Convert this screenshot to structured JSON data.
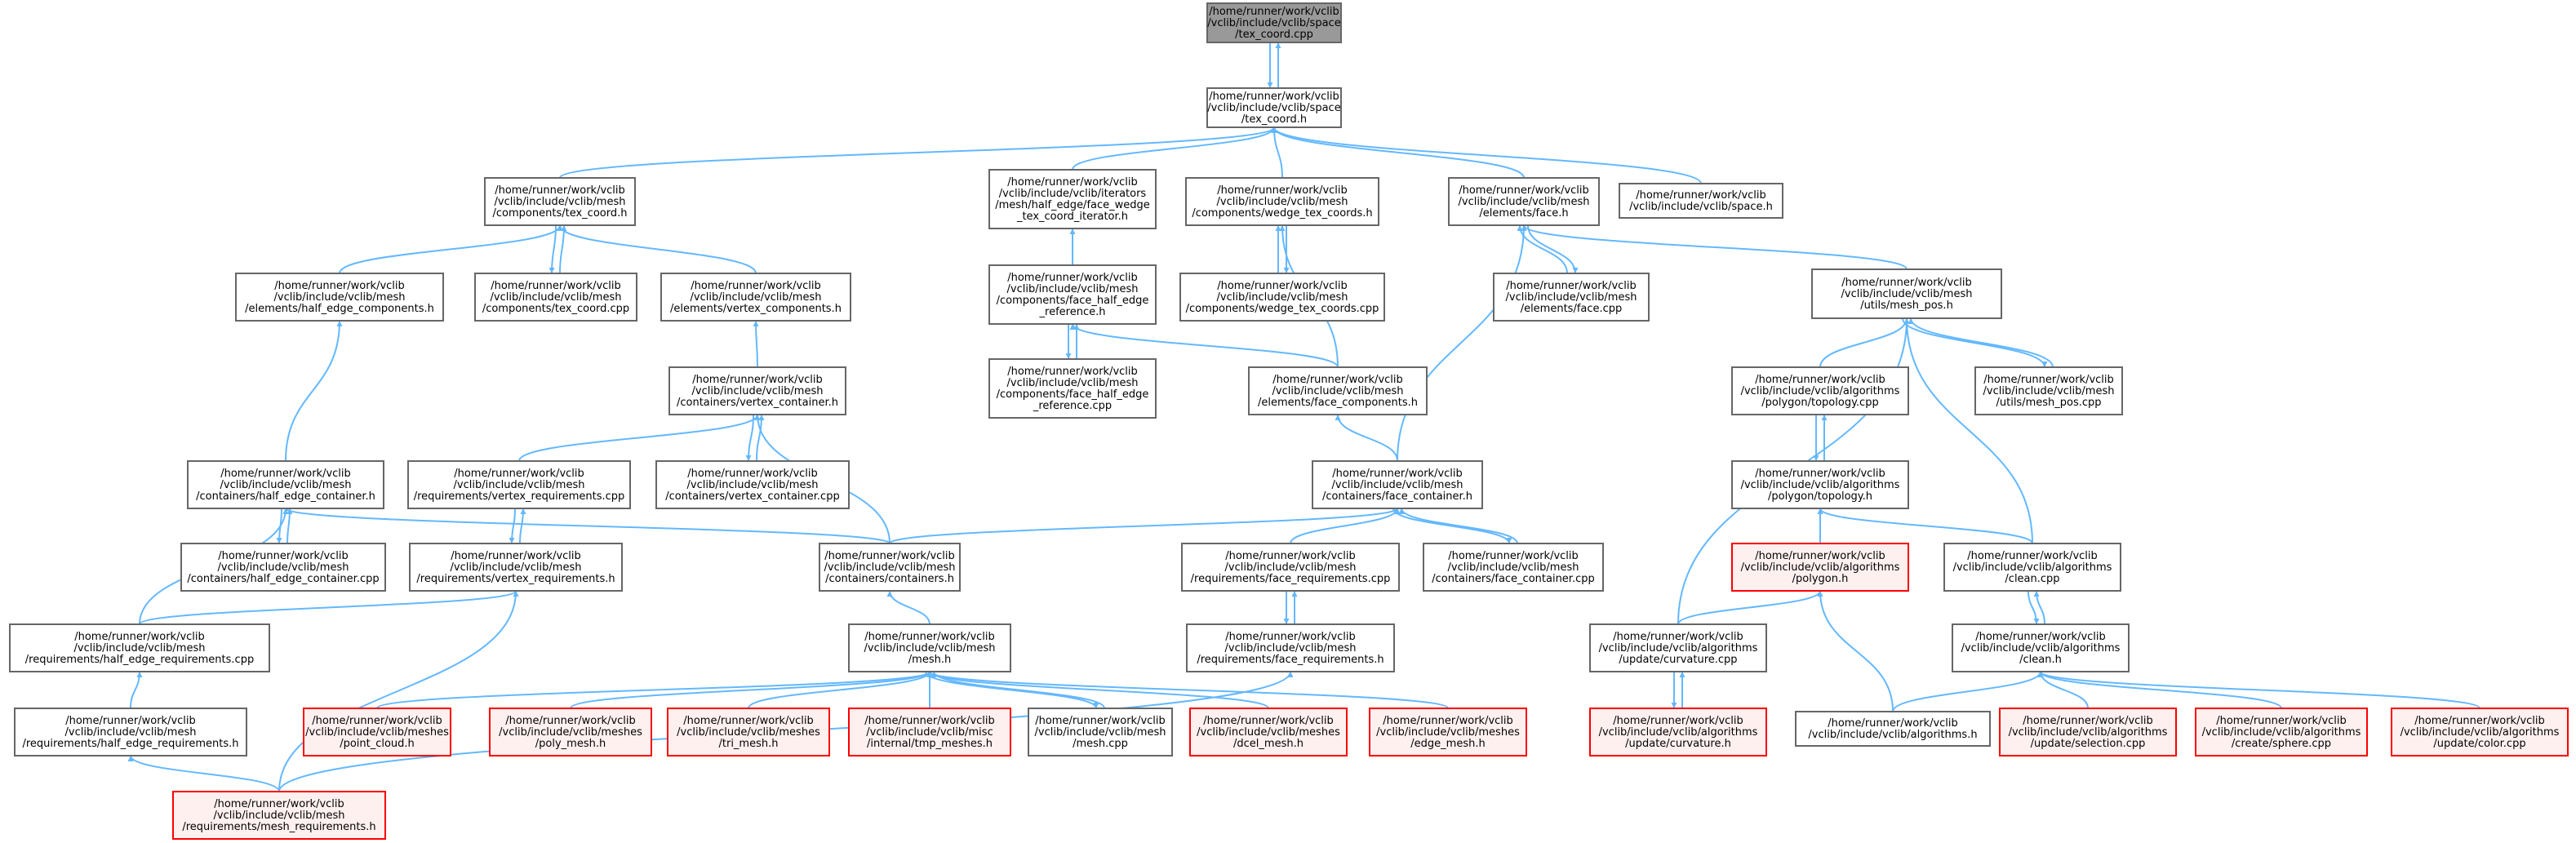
{
  "colors": {
    "edge": "#63b8ff",
    "node_border": "#666666",
    "node_fill": "#ffffff",
    "root_fill": "#999999",
    "root_border": "#666666",
    "truncated_border": "#ff0000",
    "truncated_fill": "#fff0f0",
    "text": "#000000"
  },
  "nodes": [
    {
      "id": "n0",
      "kind": "root",
      "lines": [
        "/home/runner/work/vclib",
        "/vclib/include/vclib/space",
        "/tex_coord.cpp"
      ]
    },
    {
      "id": "n1",
      "kind": "normal",
      "lines": [
        "/home/runner/work/vclib",
        "/vclib/include/vclib/space",
        "/tex_coord.h"
      ]
    },
    {
      "id": "n2",
      "kind": "normal",
      "lines": [
        "/home/runner/work/vclib",
        "/vclib/include/vclib/mesh",
        "/components/tex_coord.h"
      ]
    },
    {
      "id": "n3",
      "kind": "normal",
      "lines": [
        "/home/runner/work/vclib",
        "/vclib/include/vclib/iterators",
        "/mesh/half_edge/face_wedge",
        "_tex_coord_iterator.h"
      ]
    },
    {
      "id": "n4",
      "kind": "normal",
      "lines": [
        "/home/runner/work/vclib",
        "/vclib/include/vclib/mesh",
        "/components/wedge_tex_coords.h"
      ]
    },
    {
      "id": "n5",
      "kind": "normal",
      "lines": [
        "/home/runner/work/vclib",
        "/vclib/include/vclib/mesh",
        "/elements/face.h"
      ]
    },
    {
      "id": "n6",
      "kind": "normal",
      "lines": [
        "/home/runner/work/vclib",
        "/vclib/include/vclib/space.h"
      ]
    },
    {
      "id": "n7",
      "kind": "normal",
      "lines": [
        "/home/runner/work/vclib",
        "/vclib/include/vclib/mesh",
        "/elements/half_edge_components.h"
      ]
    },
    {
      "id": "n8",
      "kind": "normal",
      "lines": [
        "/home/runner/work/vclib",
        "/vclib/include/vclib/mesh",
        "/components/tex_coord.cpp"
      ]
    },
    {
      "id": "n9",
      "kind": "normal",
      "lines": [
        "/home/runner/work/vclib",
        "/vclib/include/vclib/mesh",
        "/elements/vertex_components.h"
      ]
    },
    {
      "id": "n10",
      "kind": "normal",
      "lines": [
        "/home/runner/work/vclib",
        "/vclib/include/vclib/mesh",
        "/components/face_half_edge",
        "_reference.h"
      ]
    },
    {
      "id": "n11",
      "kind": "normal",
      "lines": [
        "/home/runner/work/vclib",
        "/vclib/include/vclib/mesh",
        "/components/wedge_tex_coords.cpp"
      ]
    },
    {
      "id": "n12",
      "kind": "normal",
      "lines": [
        "/home/runner/work/vclib",
        "/vclib/include/vclib/mesh",
        "/elements/face.cpp"
      ]
    },
    {
      "id": "n13",
      "kind": "normal",
      "lines": [
        "/home/runner/work/vclib",
        "/vclib/include/vclib/mesh",
        "/utils/mesh_pos.h"
      ]
    },
    {
      "id": "n14",
      "kind": "normal",
      "lines": [
        "/home/runner/work/vclib",
        "/vclib/include/vclib/mesh",
        "/containers/vertex_container.h"
      ]
    },
    {
      "id": "n15",
      "kind": "normal",
      "lines": [
        "/home/runner/work/vclib",
        "/vclib/include/vclib/mesh",
        "/components/face_half_edge",
        "_reference.cpp"
      ]
    },
    {
      "id": "n16",
      "kind": "normal",
      "lines": [
        "/home/runner/work/vclib",
        "/vclib/include/vclib/mesh",
        "/elements/face_components.h"
      ]
    },
    {
      "id": "n17",
      "kind": "normal",
      "lines": [
        "/home/runner/work/vclib",
        "/vclib/include/vclib/algorithms",
        "/polygon/topology.cpp"
      ]
    },
    {
      "id": "n18",
      "kind": "normal",
      "lines": [
        "/home/runner/work/vclib",
        "/vclib/include/vclib/mesh",
        "/utils/mesh_pos.cpp"
      ]
    },
    {
      "id": "n19",
      "kind": "normal",
      "lines": [
        "/home/runner/work/vclib",
        "/vclib/include/vclib/mesh",
        "/containers/half_edge_container.h"
      ]
    },
    {
      "id": "n20",
      "kind": "normal",
      "lines": [
        "/home/runner/work/vclib",
        "/vclib/include/vclib/mesh",
        "/requirements/vertex_requirements.cpp"
      ]
    },
    {
      "id": "n21",
      "kind": "normal",
      "lines": [
        "/home/runner/work/vclib",
        "/vclib/include/vclib/mesh",
        "/containers/vertex_container.cpp"
      ]
    },
    {
      "id": "n22",
      "kind": "normal",
      "lines": [
        "/home/runner/work/vclib",
        "/vclib/include/vclib/mesh",
        "/containers/face_container.h"
      ]
    },
    {
      "id": "n23",
      "kind": "normal",
      "lines": [
        "/home/runner/work/vclib",
        "/vclib/include/vclib/algorithms",
        "/polygon/topology.h"
      ]
    },
    {
      "id": "n24",
      "kind": "normal",
      "lines": [
        "/home/runner/work/vclib",
        "/vclib/include/vclib/mesh",
        "/containers/half_edge_container.cpp"
      ]
    },
    {
      "id": "n25",
      "kind": "normal",
      "lines": [
        "/home/runner/work/vclib",
        "/vclib/include/vclib/mesh",
        "/requirements/vertex_requirements.h"
      ]
    },
    {
      "id": "n26",
      "kind": "normal",
      "lines": [
        "/home/runner/work/vclib",
        "/vclib/include/vclib/mesh",
        "/containers/containers.h"
      ]
    },
    {
      "id": "n27",
      "kind": "normal",
      "lines": [
        "/home/runner/work/vclib",
        "/vclib/include/vclib/mesh",
        "/requirements/face_requirements.cpp"
      ]
    },
    {
      "id": "n28",
      "kind": "normal",
      "lines": [
        "/home/runner/work/vclib",
        "/vclib/include/vclib/mesh",
        "/containers/face_container.cpp"
      ]
    },
    {
      "id": "n29",
      "kind": "truncated",
      "lines": [
        "/home/runner/work/vclib",
        "/vclib/include/vclib/algorithms",
        "/polygon.h"
      ]
    },
    {
      "id": "n30",
      "kind": "normal",
      "lines": [
        "/home/runner/work/vclib",
        "/vclib/include/vclib/algorithms",
        "/clean.cpp"
      ]
    },
    {
      "id": "n31",
      "kind": "normal",
      "lines": [
        "/home/runner/work/vclib",
        "/vclib/include/vclib/mesh",
        "/requirements/half_edge_requirements.cpp"
      ]
    },
    {
      "id": "n32",
      "kind": "normal",
      "lines": [
        "/home/runner/work/vclib",
        "/vclib/include/vclib/mesh",
        "/mesh.h"
      ]
    },
    {
      "id": "n33",
      "kind": "normal",
      "lines": [
        "/home/runner/work/vclib",
        "/vclib/include/vclib/mesh",
        "/requirements/face_requirements.h"
      ]
    },
    {
      "id": "n34",
      "kind": "normal",
      "lines": [
        "/home/runner/work/vclib",
        "/vclib/include/vclib/algorithms",
        "/update/curvature.cpp"
      ]
    },
    {
      "id": "n35",
      "kind": "normal",
      "lines": [
        "/home/runner/work/vclib",
        "/vclib/include/vclib/algorithms",
        "/clean.h"
      ]
    },
    {
      "id": "n36",
      "kind": "normal",
      "lines": [
        "/home/runner/work/vclib",
        "/vclib/include/vclib/mesh",
        "/requirements/half_edge_requirements.h"
      ]
    },
    {
      "id": "n37",
      "kind": "truncated",
      "lines": [
        "/home/runner/work/vclib",
        "/vclib/include/vclib/meshes",
        "/point_cloud.h"
      ]
    },
    {
      "id": "n38",
      "kind": "truncated",
      "lines": [
        "/home/runner/work/vclib",
        "/vclib/include/vclib/meshes",
        "/poly_mesh.h"
      ]
    },
    {
      "id": "n39",
      "kind": "truncated",
      "lines": [
        "/home/runner/work/vclib",
        "/vclib/include/vclib/meshes",
        "/tri_mesh.h"
      ]
    },
    {
      "id": "n40",
      "kind": "truncated",
      "lines": [
        "/home/runner/work/vclib",
        "/vclib/include/vclib/misc",
        "/internal/tmp_meshes.h"
      ]
    },
    {
      "id": "n41",
      "kind": "normal",
      "lines": [
        "/home/runner/work/vclib",
        "/vclib/include/vclib/mesh",
        "/mesh.cpp"
      ]
    },
    {
      "id": "n42",
      "kind": "truncated",
      "lines": [
        "/home/runner/work/vclib",
        "/vclib/include/vclib/meshes",
        "/dcel_mesh.h"
      ]
    },
    {
      "id": "n43",
      "kind": "truncated",
      "lines": [
        "/home/runner/work/vclib",
        "/vclib/include/vclib/meshes",
        "/edge_mesh.h"
      ]
    },
    {
      "id": "n44",
      "kind": "truncated",
      "lines": [
        "/home/runner/work/vclib",
        "/vclib/include/vclib/algorithms",
        "/update/curvature.h"
      ]
    },
    {
      "id": "n45",
      "kind": "normal",
      "lines": [
        "/home/runner/work/vclib",
        "/vclib/include/vclib/algorithms.h"
      ]
    },
    {
      "id": "n46",
      "kind": "truncated",
      "lines": [
        "/home/runner/work/vclib",
        "/vclib/include/vclib/algorithms",
        "/update/selection.cpp"
      ]
    },
    {
      "id": "n47",
      "kind": "truncated",
      "lines": [
        "/home/runner/work/vclib",
        "/vclib/include/vclib/algorithms",
        "/create/sphere.cpp"
      ]
    },
    {
      "id": "n48",
      "kind": "truncated",
      "lines": [
        "/home/runner/work/vclib",
        "/vclib/include/vclib/algorithms",
        "/update/color.cpp"
      ]
    },
    {
      "id": "n49",
      "kind": "truncated",
      "lines": [
        "/home/runner/work/vclib",
        "/vclib/include/vclib/mesh",
        "/requirements/mesh_requirements.h"
      ]
    }
  ],
  "edges": [
    [
      "n1",
      "n0"
    ],
    [
      "n0",
      "n1"
    ],
    [
      "n2",
      "n1"
    ],
    [
      "n3",
      "n1"
    ],
    [
      "n4",
      "n1"
    ],
    [
      "n5",
      "n1"
    ],
    [
      "n6",
      "n1"
    ],
    [
      "n7",
      "n2"
    ],
    [
      "n8",
      "n2"
    ],
    [
      "n2",
      "n8"
    ],
    [
      "n9",
      "n2"
    ],
    [
      "n10",
      "n3"
    ],
    [
      "n11",
      "n4"
    ],
    [
      "n4",
      "n11"
    ],
    [
      "n16",
      "n4"
    ],
    [
      "n12",
      "n5"
    ],
    [
      "n5",
      "n12"
    ],
    [
      "n13",
      "n5"
    ],
    [
      "n22",
      "n5"
    ],
    [
      "n19",
      "n7"
    ],
    [
      "n14",
      "n9"
    ],
    [
      "n15",
      "n10"
    ],
    [
      "n10",
      "n15"
    ],
    [
      "n16",
      "n10"
    ],
    [
      "n17",
      "n13"
    ],
    [
      "n18",
      "n13"
    ],
    [
      "n13",
      "n18"
    ],
    [
      "n30",
      "n13"
    ],
    [
      "n34",
      "n13"
    ],
    [
      "n20",
      "n14"
    ],
    [
      "n21",
      "n14"
    ],
    [
      "n14",
      "n21"
    ],
    [
      "n26",
      "n14"
    ],
    [
      "n22",
      "n16"
    ],
    [
      "n23",
      "n17"
    ],
    [
      "n17",
      "n23"
    ],
    [
      "n24",
      "n19"
    ],
    [
      "n19",
      "n24"
    ],
    [
      "n26",
      "n19"
    ],
    [
      "n31",
      "n19"
    ],
    [
      "n25",
      "n20"
    ],
    [
      "n20",
      "n25"
    ],
    [
      "n26",
      "n22"
    ],
    [
      "n27",
      "n22"
    ],
    [
      "n28",
      "n22"
    ],
    [
      "n22",
      "n28"
    ],
    [
      "n29",
      "n23"
    ],
    [
      "n30",
      "n23"
    ],
    [
      "n31",
      "n25"
    ],
    [
      "n49",
      "n25"
    ],
    [
      "n32",
      "n26"
    ],
    [
      "n33",
      "n27"
    ],
    [
      "n27",
      "n33"
    ],
    [
      "n34",
      "n29"
    ],
    [
      "n45",
      "n29"
    ],
    [
      "n35",
      "n30"
    ],
    [
      "n30",
      "n35"
    ],
    [
      "n36",
      "n31"
    ],
    [
      "n37",
      "n32"
    ],
    [
      "n38",
      "n32"
    ],
    [
      "n39",
      "n32"
    ],
    [
      "n40",
      "n32"
    ],
    [
      "n41",
      "n32"
    ],
    [
      "n32",
      "n41"
    ],
    [
      "n42",
      "n32"
    ],
    [
      "n43",
      "n32"
    ],
    [
      "n49",
      "n33"
    ],
    [
      "n44",
      "n34"
    ],
    [
      "n34",
      "n44"
    ],
    [
      "n45",
      "n35"
    ],
    [
      "n46",
      "n35"
    ],
    [
      "n47",
      "n35"
    ],
    [
      "n48",
      "n35"
    ],
    [
      "n49",
      "n36"
    ]
  ]
}
